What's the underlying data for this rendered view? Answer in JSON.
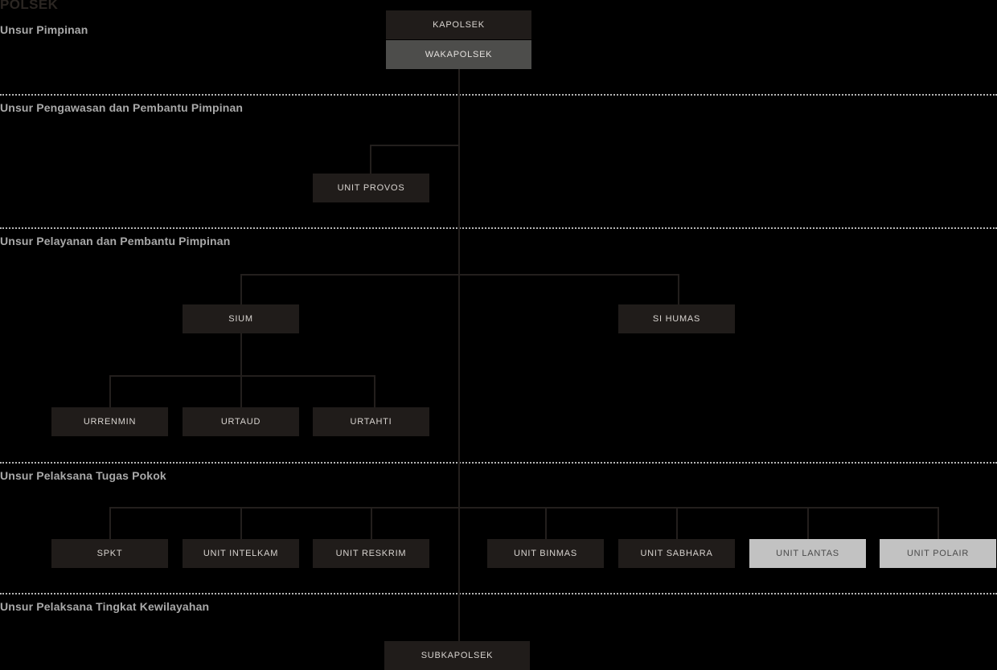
{
  "title": "POLSEK",
  "sections": [
    {
      "id": "pimpinan",
      "label": "Unsur Pimpinan"
    },
    {
      "id": "pengawasan",
      "label": "Unsur Pengawasan dan Pembantu Pimpinan"
    },
    {
      "id": "pelayanan",
      "label": "Unsur Pelayanan dan Pembantu Pimpinan"
    },
    {
      "id": "pelaksana",
      "label": "Unsur Pelaksana Tugas Pokok"
    },
    {
      "id": "kewilayahan",
      "label": "Unsur Pelaksana Tingkat Kewilayahan"
    }
  ],
  "nodes": {
    "kapolsek": {
      "label": "KAPOLSEK",
      "style": "dark"
    },
    "wakapolsek": {
      "label": "WAKAPOLSEK",
      "style": "alt"
    },
    "unit_provos": {
      "label": "UNIT PROVOS",
      "style": "dark"
    },
    "sium": {
      "label": "SIUM",
      "style": "dark"
    },
    "si_humas": {
      "label": "SI HUMAS",
      "style": "dark"
    },
    "urrenmin": {
      "label": "URRENMIN",
      "style": "dark"
    },
    "urtaud": {
      "label": "URTAUD",
      "style": "dark"
    },
    "urtahti": {
      "label": "URTAHTI",
      "style": "dark"
    },
    "spkt": {
      "label": "SPKT",
      "style": "dark"
    },
    "unit_intelkam": {
      "label": "UNIT INTELKAM",
      "style": "dark"
    },
    "unit_reskrim": {
      "label": "UNIT RESKRIM",
      "style": "dark"
    },
    "unit_binmas": {
      "label": "UNIT BINMAS",
      "style": "dark"
    },
    "unit_sabhara": {
      "label": "UNIT SABHARA",
      "style": "dark"
    },
    "unit_lantas": {
      "label": "UNIT LANTAS",
      "style": "highlight"
    },
    "unit_polair": {
      "label": "UNIT POLAIR",
      "style": "highlight"
    },
    "subkapolsek": {
      "label": "SUBKAPOLSEK",
      "style": "dark"
    }
  },
  "colors": {
    "background": "#000000",
    "box_dark": "#201c1a",
    "box_alt": "#4d4d4b",
    "box_highlight": "#c2c2c2",
    "line": "#231f1d",
    "divider": "#b6b6b6",
    "section_text": "#a9a9a9",
    "title_text": "#2b2622",
    "box_text_light": "#d8d4d0",
    "box_text_dark": "#4a4a4a"
  }
}
